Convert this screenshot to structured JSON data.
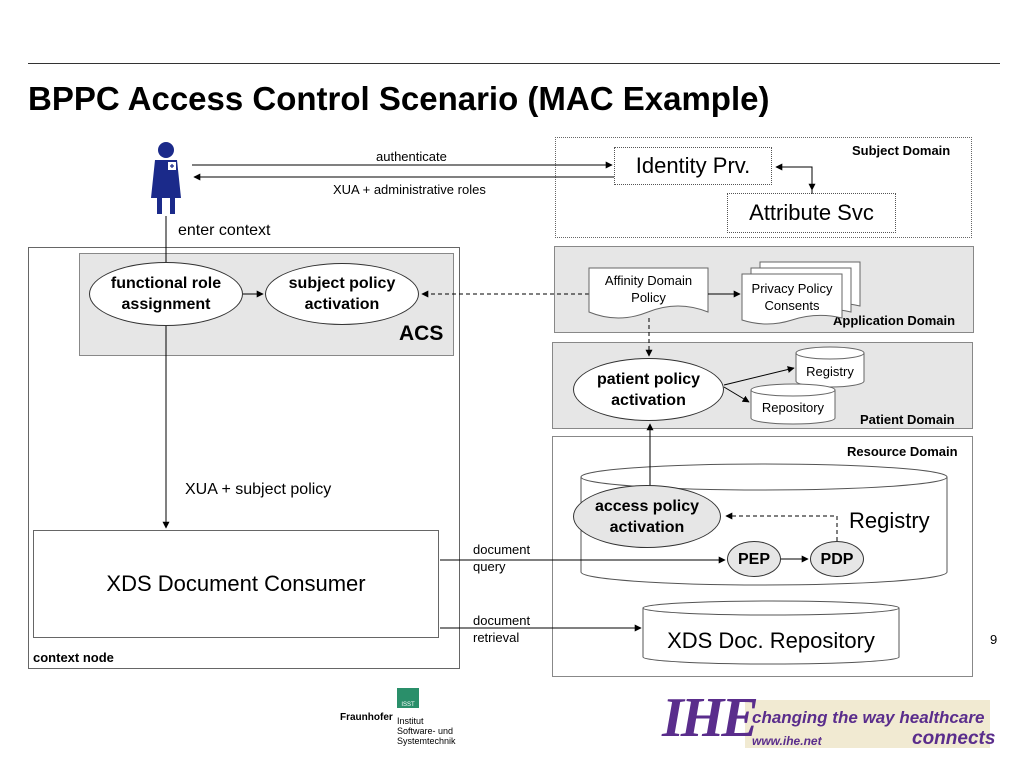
{
  "slide": {
    "title": "BPPC Access Control  Scenario (MAC Example)",
    "page_number": "9"
  },
  "arrows": {
    "authenticate": "authenticate",
    "xua_admin_roles": "XUA + administrative roles",
    "enter_context": "enter context",
    "xua_subject_policy": "XUA + subject policy",
    "document_query": "document\nquery",
    "document_retrieval": "document\nretrieval"
  },
  "subject_domain": {
    "label": "Subject Domain",
    "identity_provider": "Identity Prv.",
    "attribute_service": "Attribute Svc"
  },
  "context_node": {
    "label": "context node",
    "acs_label": "ACS",
    "functional_role": "functional role\nassignment",
    "subject_policy": "subject policy\nactivation",
    "xds_consumer": "XDS Document Consumer"
  },
  "application_domain": {
    "label": "Application Domain",
    "affinity_domain_policy": "Affinity Domain\nPolicy",
    "privacy_policy_consents": "Privacy Policy\nConsents"
  },
  "patient_domain": {
    "label": "Patient Domain",
    "patient_policy": "patient policy\nactivation",
    "registry": "Registry",
    "repository": "Repository"
  },
  "resource_domain": {
    "label": "Resource Domain",
    "access_policy": "access policy\nactivation",
    "registry": "Registry",
    "pep": "PEP",
    "pdp": "PDP",
    "xds_repository": "XDS Doc. Repository"
  },
  "footer": {
    "fraunhofer": "Fraunhofer",
    "institute": "Institut\nSoftware- und\nSystemtechnik",
    "isst": "ISST",
    "ihe": "IHE",
    "ihe_tagline": "changing the way healthcare",
    "ihe_url": "www.ihe.net",
    "ihe_connects": "connects"
  },
  "colors": {
    "domain_fill": "#e6e6e6",
    "ihe_purple": "#5a2d8c",
    "figure_blue": "#1b2a8a"
  }
}
